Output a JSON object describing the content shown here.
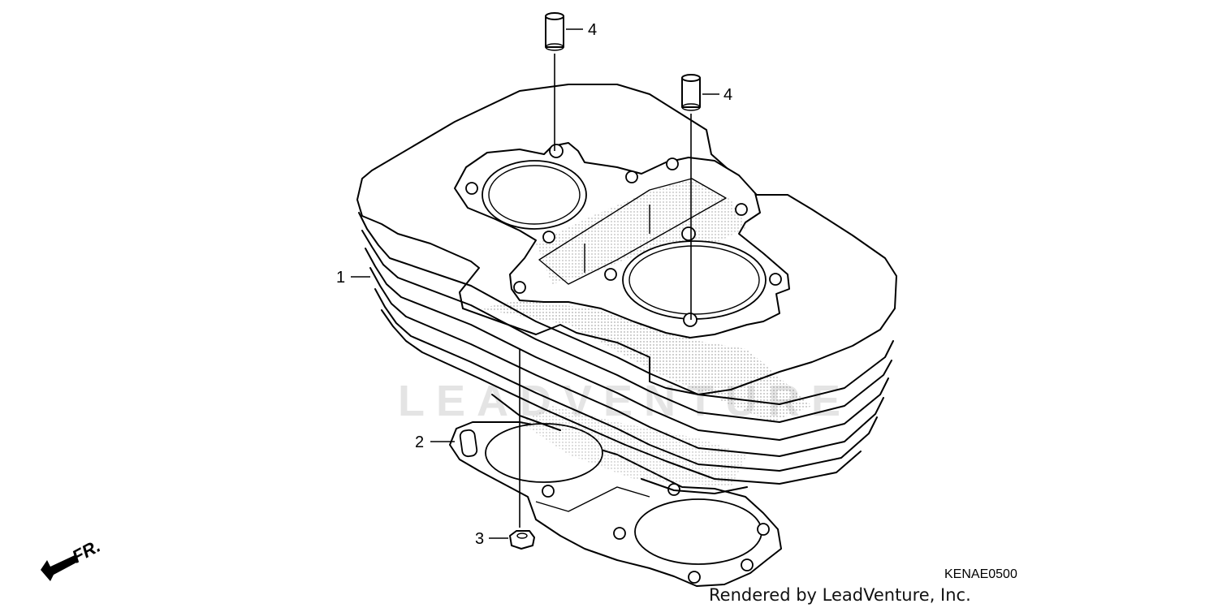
{
  "diagram_code": "KENAE0500",
  "credit": "Rendered by LeadVenture, Inc.",
  "watermark": "LEADVENTURE",
  "direction_marker": "FR.",
  "callouts": [
    {
      "id": "1",
      "label": "1"
    },
    {
      "id": "2",
      "label": "2"
    },
    {
      "id": "3",
      "label": "3"
    },
    {
      "id": "4a",
      "label": "4"
    },
    {
      "id": "4b",
      "label": "4"
    }
  ],
  "colors": {
    "line": "#000000",
    "background": "#ffffff",
    "watermark": "#e4e4e4",
    "stipple": "#555555"
  }
}
